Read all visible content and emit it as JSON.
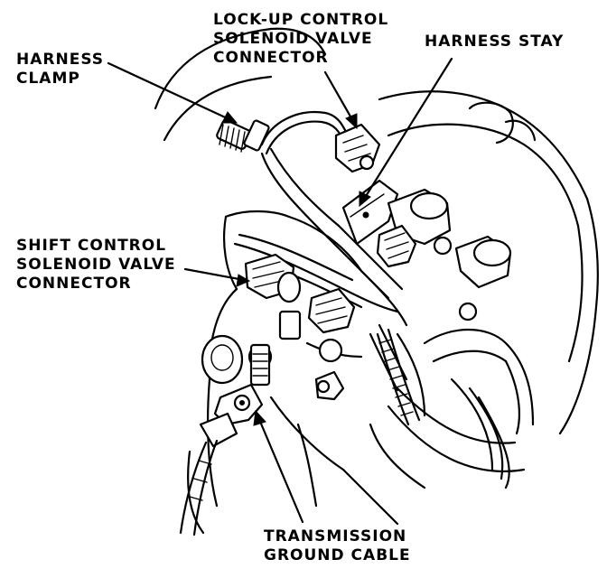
{
  "labels": {
    "harness_clamp": [
      "HARNESS",
      "CLAMP"
    ],
    "lockup_connector": [
      "LOCK-UP CONTROL",
      "SOLENOID VALVE",
      "CONNECTOR"
    ],
    "harness_stay": [
      "HARNESS STAY"
    ],
    "shift_connector": [
      "SHIFT CONTROL",
      "SOLENOID VALVE",
      "CONNECTOR"
    ],
    "ground_cable": [
      "TRANSMISSION",
      "GROUND CABLE"
    ]
  },
  "colors": {
    "ink": "#000000",
    "paper": "#ffffff"
  }
}
